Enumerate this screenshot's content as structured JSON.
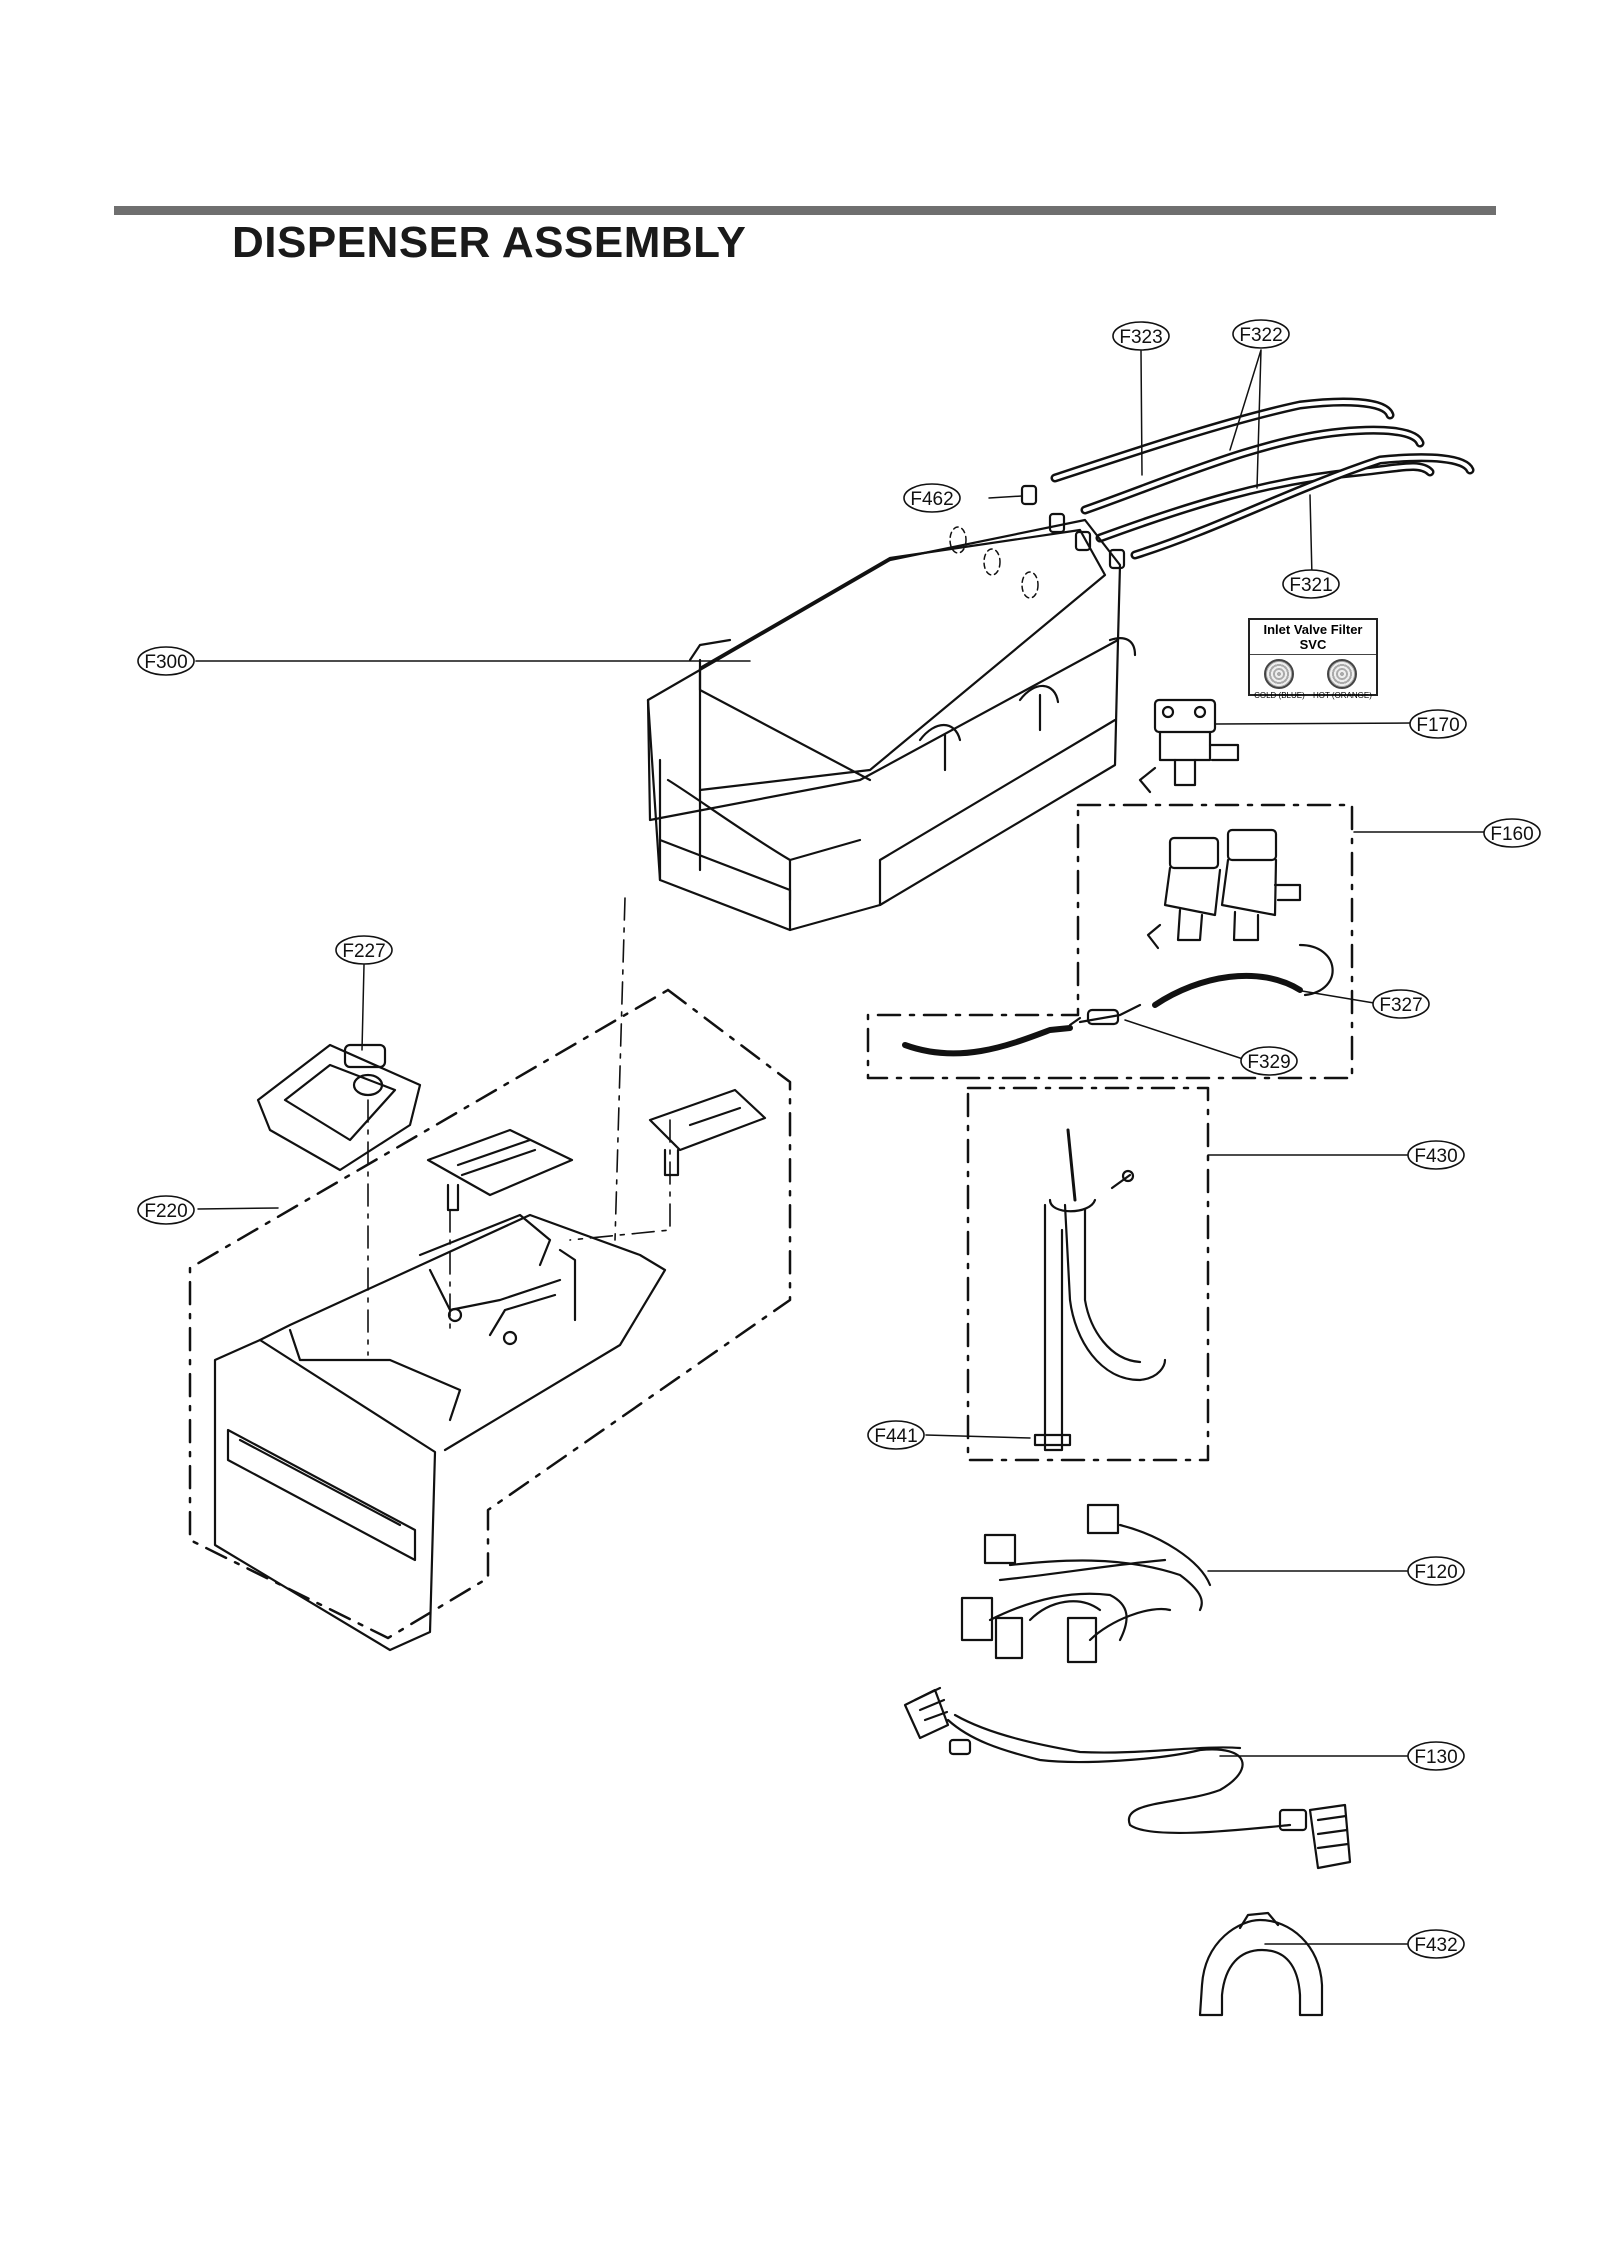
{
  "page": {
    "title": "DISPENSER ASSEMBLY"
  },
  "legend": {
    "title": "Inlet Valve Filter SVC",
    "cold": "COLD (BLUE)",
    "hot": "HOT (ORANGE)"
  },
  "parts": {
    "f323": "F323",
    "f322": "F322",
    "f462": "F462",
    "f321": "F321",
    "f300": "F300",
    "f170": "F170",
    "f160": "F160",
    "f227": "F227",
    "f327": "F327",
    "f329": "F329",
    "f430": "F430",
    "f220": "F220",
    "f441": "F441",
    "f120": "F120",
    "f130": "F130",
    "f432": "F432"
  }
}
